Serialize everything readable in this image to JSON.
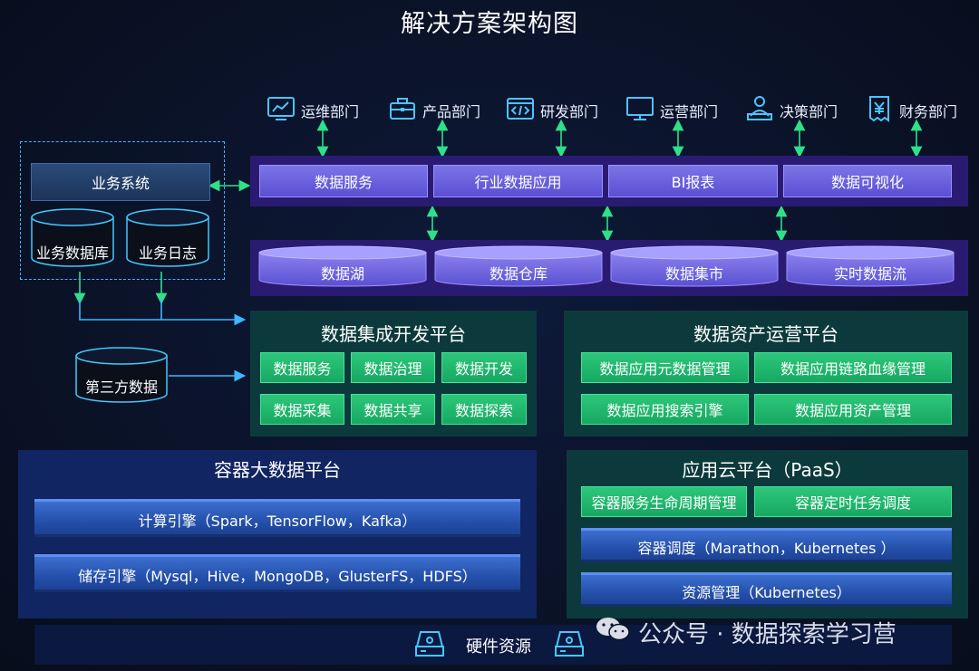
{
  "title": "解决方案架构图",
  "departments": [
    {
      "label": "运维部门",
      "icon": "monitor-chart-icon"
    },
    {
      "label": "产品部门",
      "icon": "briefcase-icon"
    },
    {
      "label": "研发部门",
      "icon": "code-window-icon"
    },
    {
      "label": "运营部门",
      "icon": "desktop-monitor-icon"
    },
    {
      "label": "决策部门",
      "icon": "person-desk-icon"
    },
    {
      "label": "财务部门",
      "icon": "receipt-yen-icon"
    }
  ],
  "service_row": [
    "数据服务",
    "行业数据应用",
    "BI报表",
    "数据可视化"
  ],
  "storage_row": [
    "数据湖",
    "数据仓库",
    "数据集市",
    "实时数据流"
  ],
  "business": {
    "system": "业务系统",
    "database": "业务数据库",
    "log": "业务日志",
    "third_party": "第三方数据"
  },
  "integration_platform": {
    "title": "数据集成开发平台",
    "items": [
      "数据服务",
      "数据治理",
      "数据开发",
      "数据采集",
      "数据共享",
      "数据探索"
    ]
  },
  "asset_platform": {
    "title": "数据资产运营平台",
    "items": [
      "数据应用元数据管理",
      "数据应用链路血缘管理",
      "数据应用搜索引擎",
      "数据应用资产管理"
    ]
  },
  "container_platform": {
    "title": "容器大数据平台",
    "compute": "计算引擎（Spark，TensorFlow，Kafka）",
    "storage": "储存引擎（Mysql，Hive，MongoDB，GlusterFS，HDFS）"
  },
  "paas_platform": {
    "title": "应用云平台（PaaS）",
    "items": [
      "容器服务生命周期管理",
      "容器定时任务调度"
    ],
    "scheduling": "容器调度（Marathon，Kubernetes ）",
    "resource": "资源管理（Kubernetes）"
  },
  "hardware": "硬件资源",
  "watermark": "公众号 · 数据探索学习营",
  "colors": {
    "purple": "#2a1b72",
    "green": "#0c3a3c",
    "blue": "#102562",
    "accent_green": "#2ee08a",
    "cyan": "#3fb6ff"
  }
}
